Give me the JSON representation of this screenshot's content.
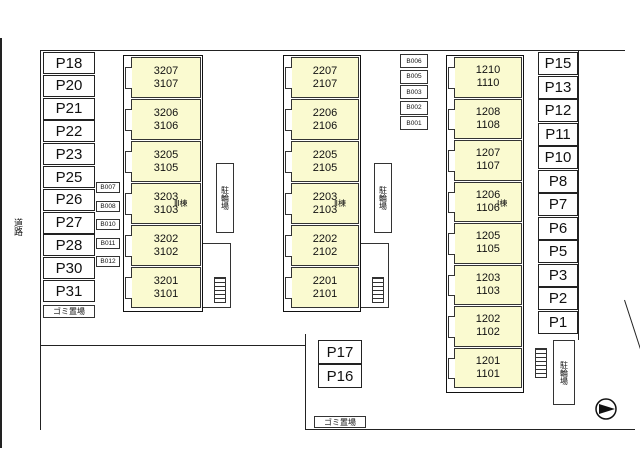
{
  "road_label": "道路",
  "parking_left": [
    "P18",
    "P20",
    "P21",
    "P22",
    "P23",
    "P25",
    "P26",
    "P27",
    "P28",
    "P30",
    "P31"
  ],
  "parking_right": [
    "P15",
    "P13",
    "P12",
    "P11",
    "P10",
    "P8",
    "P7",
    "P6",
    "P5",
    "P3",
    "P2",
    "P1"
  ],
  "parking_center": [
    "P17",
    "P16"
  ],
  "building3": {
    "label": "Ⅲ棟",
    "units": [
      [
        "3207",
        "3107"
      ],
      [
        "3206",
        "3106"
      ],
      [
        "3205",
        "3105"
      ],
      [
        "3203",
        "3103"
      ],
      [
        "3202",
        "3102"
      ],
      [
        "3201",
        "3101"
      ]
    ]
  },
  "building2": {
    "label": "Ⅱ棟",
    "units": [
      [
        "2207",
        "2107"
      ],
      [
        "2206",
        "2106"
      ],
      [
        "2205",
        "2105"
      ],
      [
        "2203",
        "2103"
      ],
      [
        "2202",
        "2102"
      ],
      [
        "2201",
        "2101"
      ]
    ]
  },
  "building1": {
    "label": "Ⅰ棟",
    "units": [
      [
        "1210",
        "1110"
      ],
      [
        "1208",
        "1108"
      ],
      [
        "1207",
        "1107"
      ],
      [
        "1206",
        "1106"
      ],
      [
        "1205",
        "1105"
      ],
      [
        "1203",
        "1103"
      ],
      [
        "1202",
        "1102"
      ],
      [
        "1201",
        "1101"
      ]
    ]
  },
  "bike_left": [
    "B007",
    "B008",
    "B010",
    "B011",
    "B012"
  ],
  "bike_top": [
    "B006",
    "B005",
    "B003",
    "B002",
    "B001"
  ],
  "bicycle_parking_label": "駐輪場",
  "garbage_label": "ゴミ置場"
}
